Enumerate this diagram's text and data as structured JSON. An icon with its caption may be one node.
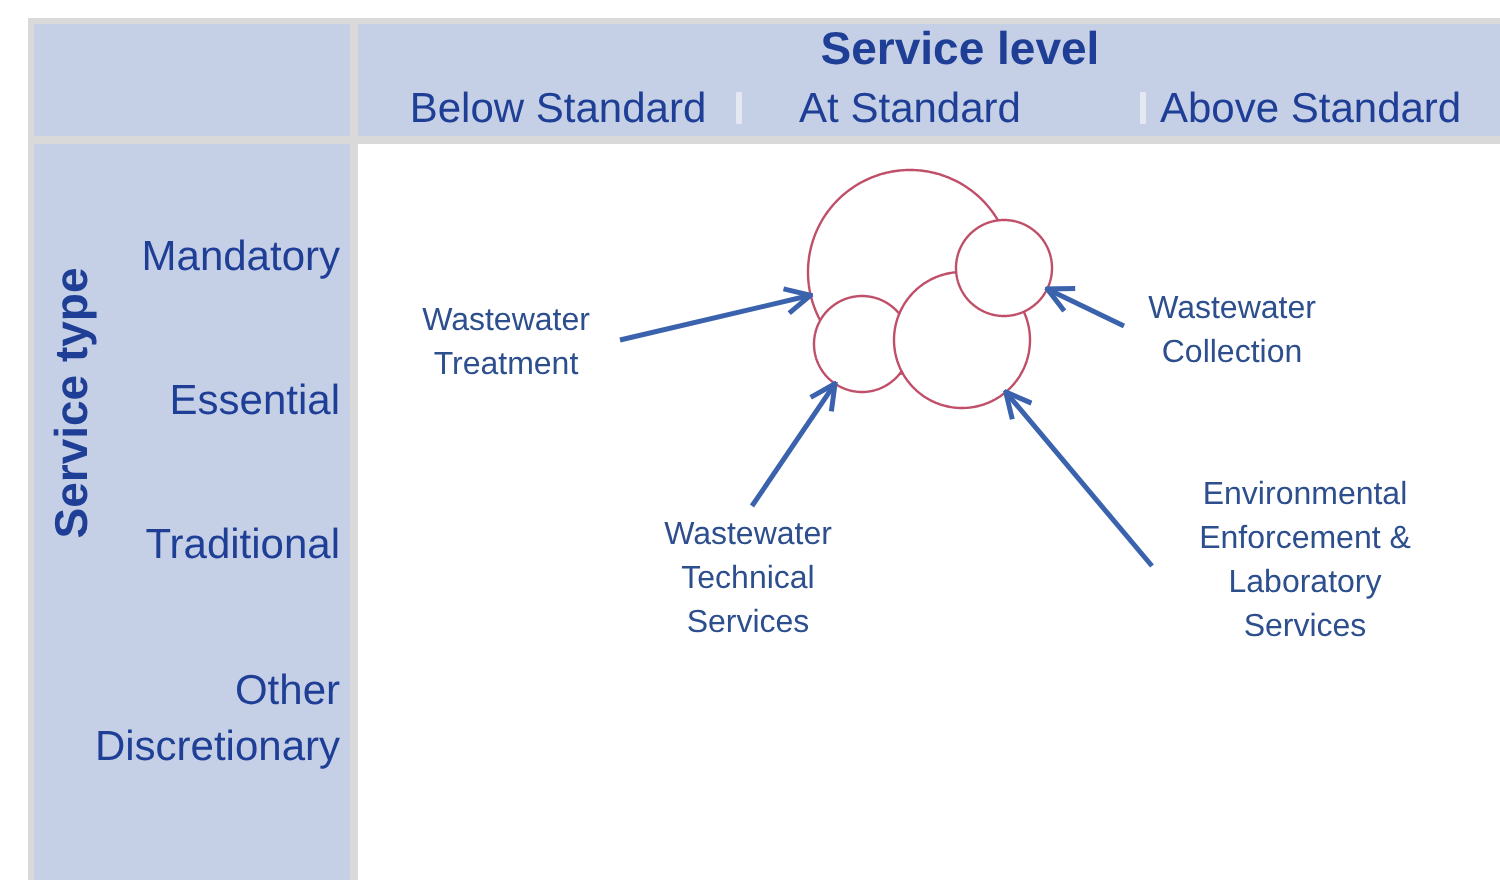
{
  "diagram": {
    "nodes": [
      {
        "text": [
          "Wastewater Treatment"
        ]
      },
      {
        "text": [
          "Wastewater Collection"
        ]
      },
      {
        "text": [
          "Wastewater Technical Services"
        ]
      },
      {
        "text": [
          "Environmental Enforcement & Laboratory Services"
        ]
      },
      {
        "text": [],
        "shape": "circle"
      },
      {
        "text": [],
        "shape": "circle"
      },
      {
        "text": [],
        "shape": "circle"
      },
      {
        "text": [],
        "shape": "circle"
      }
    ],
    "edges": [
      {
        "from": 0,
        "to": 5,
        "arrow": "to"
      },
      {
        "from": 1,
        "to": 7,
        "arrow": "to"
      },
      {
        "from": 2,
        "to": 4,
        "arrow": "to"
      },
      {
        "from": 3,
        "to": 6,
        "arrow": "to"
      }
    ],
    "labels": [
      "Service level",
      "Below Standard",
      "At Standard",
      "Above Standard",
      "Service type",
      "Mandatory",
      "Essential",
      "Traditional",
      "Other Discretionary"
    ]
  }
}
